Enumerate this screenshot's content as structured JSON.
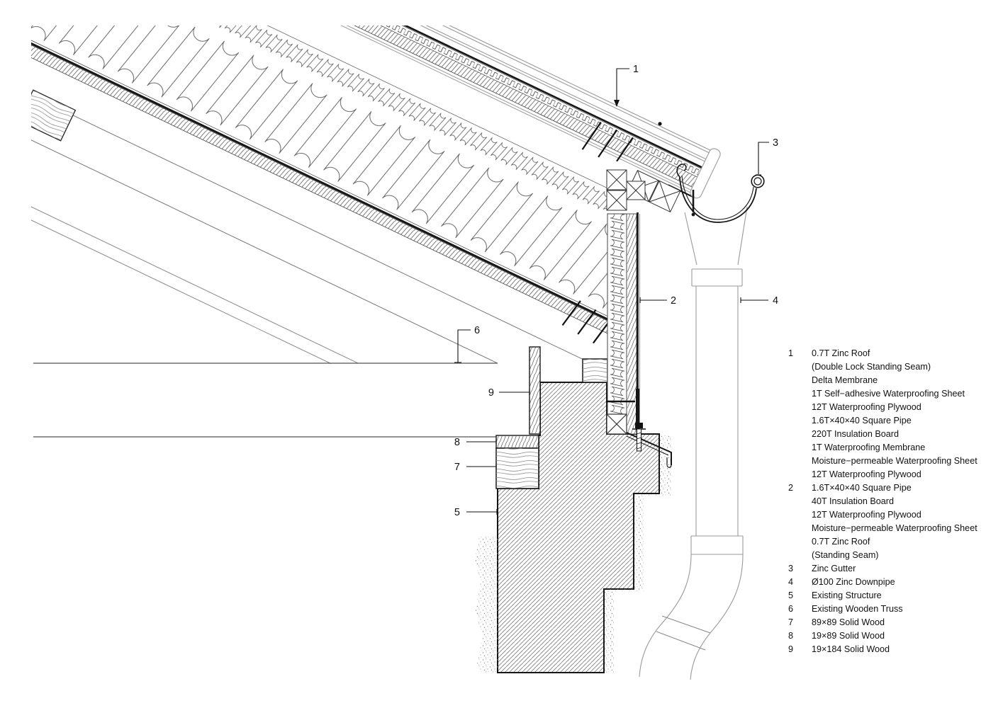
{
  "drawing": {
    "type": "roof-eave-gutter-construction-detail-section",
    "background_color": "#ffffff",
    "line_color": "#161616",
    "hatch_color": "#787878"
  },
  "callouts": {
    "c1": "1",
    "c2": "2",
    "c3": "3",
    "c4": "4",
    "c5": "5",
    "c6": "6",
    "c7": "7",
    "c8": "8",
    "c9": "9"
  },
  "legend": {
    "rows": [
      {
        "n": "1",
        "t": "0.7T Zinc Roof"
      },
      {
        "n": "",
        "t": "(Double Lock Standing Seam)"
      },
      {
        "n": "",
        "t": "Delta Membrane"
      },
      {
        "n": "",
        "t": "1T Self−adhesive Waterproofing Sheet"
      },
      {
        "n": "",
        "t": "12T Waterproofing Plywood"
      },
      {
        "n": "",
        "t": "1.6T×40×40 Square Pipe"
      },
      {
        "n": "",
        "t": "220T Insulation Board"
      },
      {
        "n": "",
        "t": "1T Waterproofing Membrane"
      },
      {
        "n": "",
        "t": "Moisture−permeable Waterproofing Sheet"
      },
      {
        "n": "",
        "t": "12T Waterproofing Plywood"
      },
      {
        "n": "2",
        "t": "1.6T×40×40 Square Pipe"
      },
      {
        "n": "",
        "t": "40T Insulation Board"
      },
      {
        "n": "",
        "t": "12T Waterproofing Plywood"
      },
      {
        "n": "",
        "t": "Moisture−permeable Waterproofing Sheet"
      },
      {
        "n": "",
        "t": "0.7T Zinc Roof"
      },
      {
        "n": "",
        "t": "(Standing Seam)"
      },
      {
        "n": "3",
        "t": "Zinc Gutter"
      },
      {
        "n": "4",
        "t": "Ø100 Zinc Downpipe"
      },
      {
        "n": "5",
        "t": "Existing Structure"
      },
      {
        "n": "6",
        "t": "Existing Wooden Truss"
      },
      {
        "n": "7",
        "t": "89×89 Solid Wood"
      },
      {
        "n": "8",
        "t": "19×89 Solid Wood"
      },
      {
        "n": "9",
        "t": "19×184 Solid Wood"
      }
    ]
  }
}
